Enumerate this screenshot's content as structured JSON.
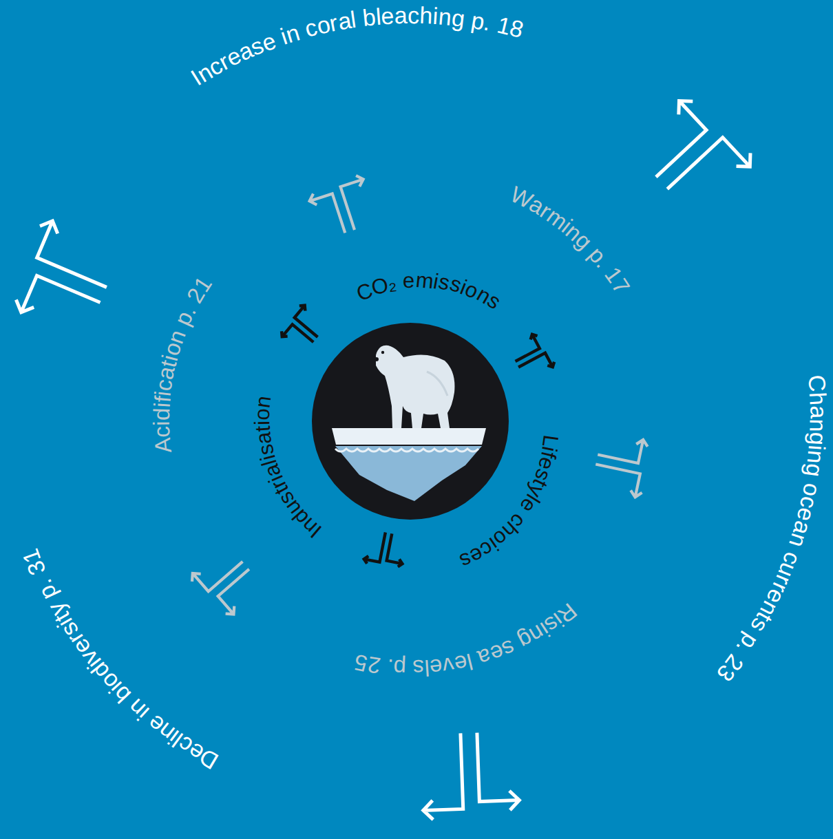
{
  "diagram": {
    "labels": [
      "CO₂ emissions",
      "Lifestyle choices",
      "Industrialisation",
      "Warming p. 17",
      "Rising sea levels p. 25",
      "Acidification p. 21",
      "Increase in coral bleaching p. 18",
      "Changing ocean currents p. 23",
      "Decline in biodiversity p. 31"
    ]
  }
}
